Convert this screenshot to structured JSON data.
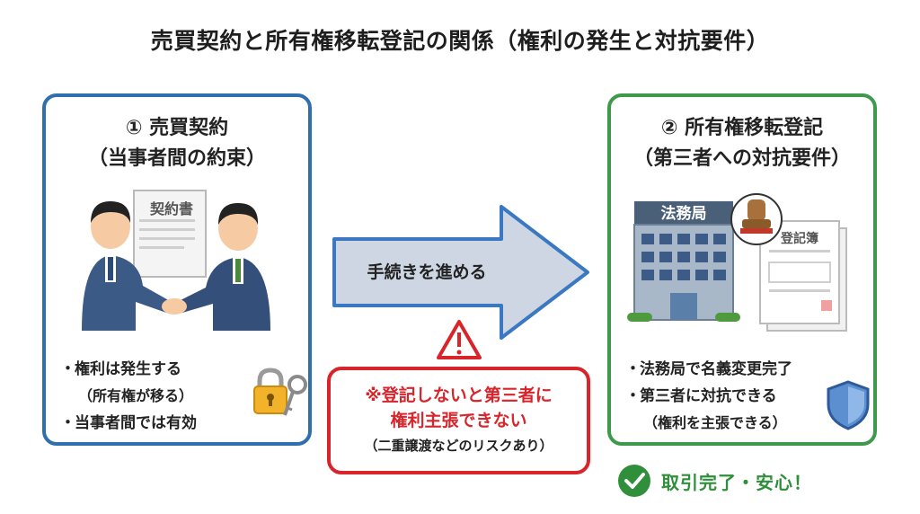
{
  "title": "売買契約と所有権移転登記の関係（権利の発生と対抗要件）",
  "left_panel": {
    "heading_line1": "① 売買契約",
    "heading_line2": "（当事者間の約束）",
    "document_label": "契約書",
    "bullets": [
      {
        "text": "権利は発生する",
        "sub": "（所有権が移る）"
      },
      {
        "text": "当事者間では有効"
      }
    ],
    "border_color": "#2f6fae"
  },
  "arrow": {
    "label": "手続きを進める"
  },
  "warning": {
    "line1": "※登記しないと第三者に",
    "line2": "権利主張できない",
    "note": "（二重譲渡などのリスクあり）",
    "color": "#d8242a"
  },
  "right_panel": {
    "heading_line1": "② 所有権移転登記",
    "heading_line2": "（第三者への対抗要件）",
    "building_label": "法務局",
    "register_label": "登記簿",
    "bullets": [
      {
        "text": "法務局で名義変更完了"
      },
      {
        "text": "第三者に対抗できる",
        "sub": "（権利を主張できる）"
      }
    ],
    "border_color": "#3e9a4a"
  },
  "footer": {
    "text": "取引完了・安心！",
    "color": "#2f8f3a"
  },
  "icons": [
    "handshake-illustration",
    "padlock-icon",
    "key-icon",
    "warning-icon",
    "building-illustration",
    "stamp-icon",
    "shield-icon",
    "checkmark-icon"
  ]
}
